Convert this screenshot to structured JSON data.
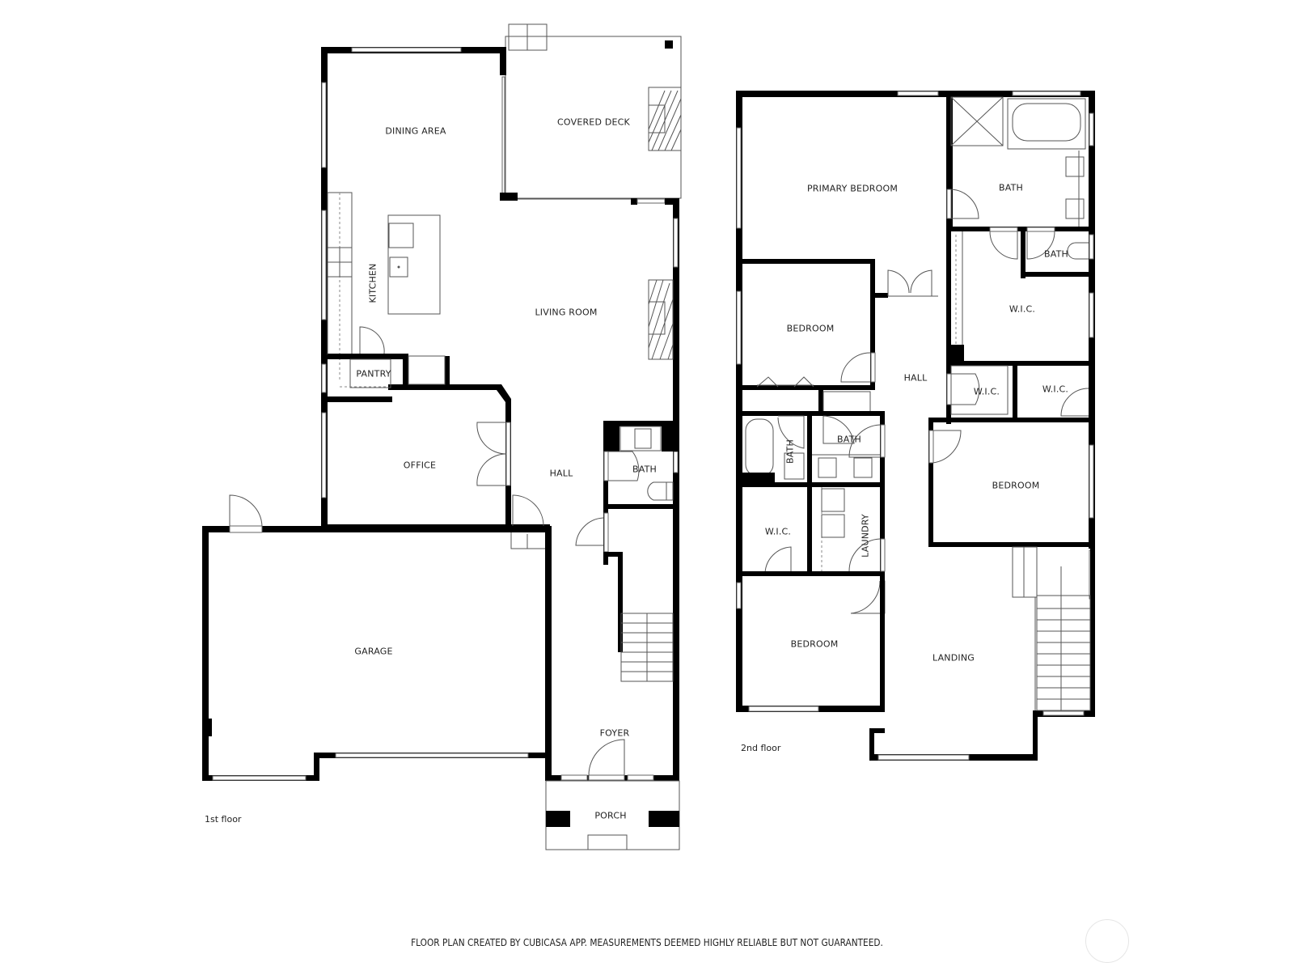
{
  "floors": [
    {
      "label": "1st floor",
      "rooms": {
        "dining": "DINING AREA",
        "deck": "COVERED DECK",
        "kitchen": "KITCHEN",
        "living": "LIVING ROOM",
        "pantry": "PANTRY",
        "office": "OFFICE",
        "hall": "HALL",
        "bath": "BATH",
        "garage": "GARAGE",
        "foyer": "FOYER",
        "porch": "PORCH"
      }
    },
    {
      "label": "2nd floor",
      "rooms": {
        "primary_bedroom": "PRIMARY BEDROOM",
        "primary_bath": "BATH",
        "bath_small": "BATH",
        "wic_primary": "W.I.C.",
        "bedroom_1": "BEDROOM",
        "hall": "HALL",
        "wic_a": "W.I.C.",
        "wic_b": "W.I.C.",
        "bath_tub": "BATH",
        "bath_shared": "BATH",
        "bedroom_2": "BEDROOM",
        "wic_c": "W.I.C.",
        "laundry": "LAUNDRY",
        "bedroom_3": "BEDROOM",
        "landing": "LANDING"
      }
    }
  ],
  "footer": "FLOOR PLAN CREATED BY CUBICASA APP. MEASUREMENTS DEEMED HIGHLY RELIABLE BUT NOT GUARANTEED."
}
